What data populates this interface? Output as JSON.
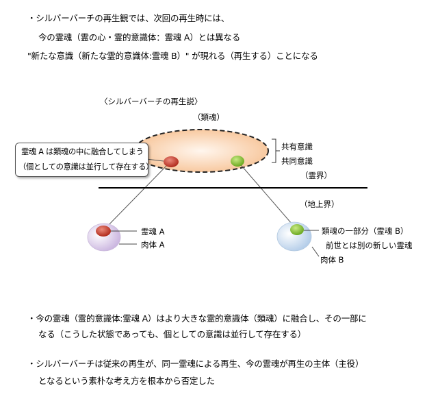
{
  "top_bullets": [
    "・シルバーバーチの再生観では、次回の再生時には、",
    "今の霊魂（霊の心・霊的意識体：霊魂 A）とは異なる",
    "\"新たな意識（新たな霊的意識体:霊魂 B）\" が現れる（再生する）ことになる"
  ],
  "diagram": {
    "title": "〈シルバーバーチの再生説〉",
    "group_soul": "（類魂）",
    "shared_consciousness_1": "共有意識",
    "shared_consciousness_2": "共同意識",
    "spirit_world": "（霊界）",
    "earth_plane": "（地上界）",
    "callout_line_1": "霊魂 A は類魂の中に融合してしまう",
    "callout_line_2": "（個としての意識は並行して存在する）",
    "soul_a": "霊魂 A",
    "body_a": "肉体 A",
    "soul_b": "類魂の一部分（霊魂 B）",
    "soul_b_note": "前世とは別の新しい霊魂",
    "body_b": "肉体 B"
  },
  "bottom_bullets": [
    "・今の霊魂（霊的意識体:霊魂 A）はより大きな霊的意識体（類魂）に融合し、その一部に",
    "なる（こうした状態であっても、個としての意識は並行して存在する）",
    "・シルバーバーチは従来の再生が、同一霊魂による再生、今の霊魂が再生の主体（主役）",
    "となるという素朴な考え方を根本から否定した"
  ],
  "colors": {
    "soul_a_red": "#c0392b",
    "soul_b_green": "#7dbb2a",
    "group_soul_fill": "#fbd9bd",
    "body_a_fill": "#e4d8ee",
    "body_b_fill": "#d8e6f5"
  }
}
